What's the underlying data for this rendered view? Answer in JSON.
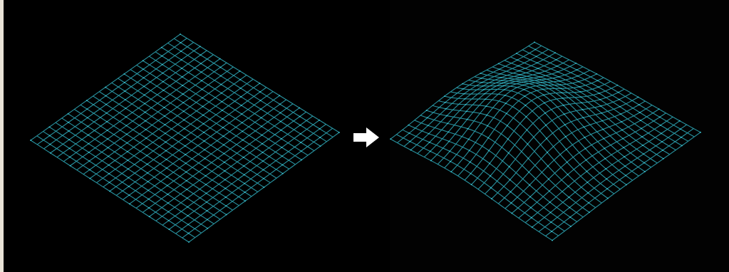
{
  "diagram": {
    "background_color": "#000000",
    "frame_color": "#e8e3d6",
    "mesh_color": "#2a9aa8",
    "mesh_highlight_color": "#3fc6d6",
    "arrow_color": "#ffffff",
    "grid_divisions": 24,
    "before": {
      "shape": "flat-square-mesh"
    },
    "after": {
      "shape": "bulged-square-mesh",
      "deformation": "dome"
    },
    "arrow_icon": "right-arrow-icon"
  }
}
